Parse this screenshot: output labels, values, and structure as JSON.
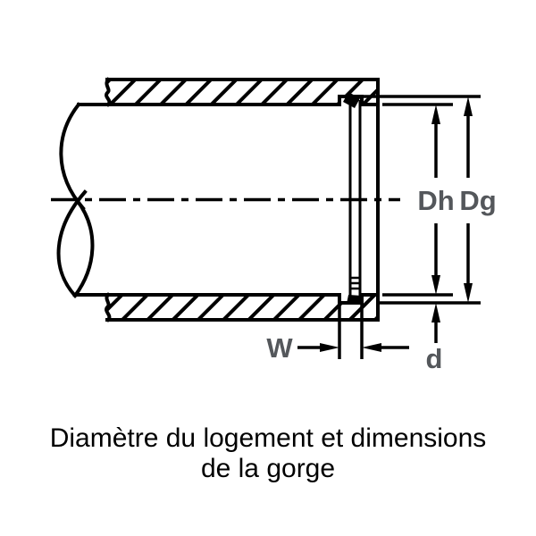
{
  "figure": {
    "caption": {
      "line1": "Diamètre du logement et dimensions",
      "line2": "de la gorge"
    },
    "dimension_labels": {
      "dh": "Dh",
      "dg": "Dg",
      "w": "W",
      "d": "d"
    },
    "colors": {
      "line": "#000000",
      "dimension_label": "#54575b",
      "caption": "#000000",
      "background": "#ffffff"
    }
  }
}
